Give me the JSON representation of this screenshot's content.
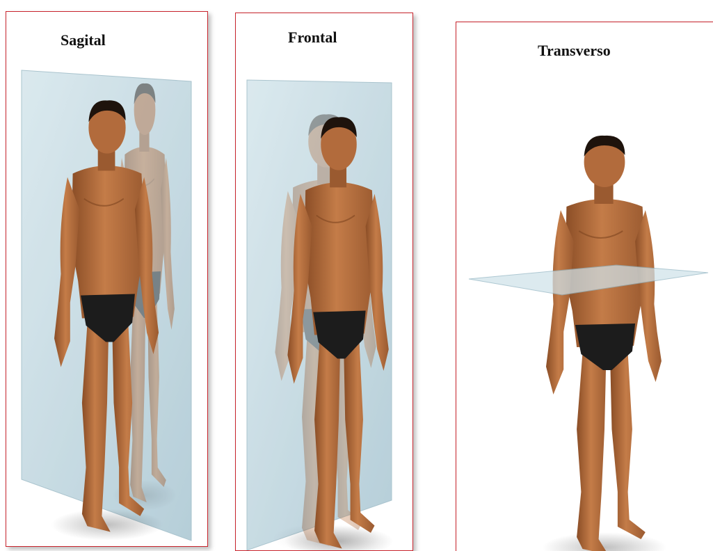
{
  "panels": [
    {
      "title": "Sagital"
    },
    {
      "title": "Frontal"
    },
    {
      "title": "Transverso"
    }
  ],
  "colors": {
    "border": "#c8232c",
    "plane": "#bcd6e0",
    "skin": "#b26b3c",
    "skin_shadow": "#8a4d26",
    "hair": "#1e130c",
    "briefs": "#1c1c1c"
  }
}
